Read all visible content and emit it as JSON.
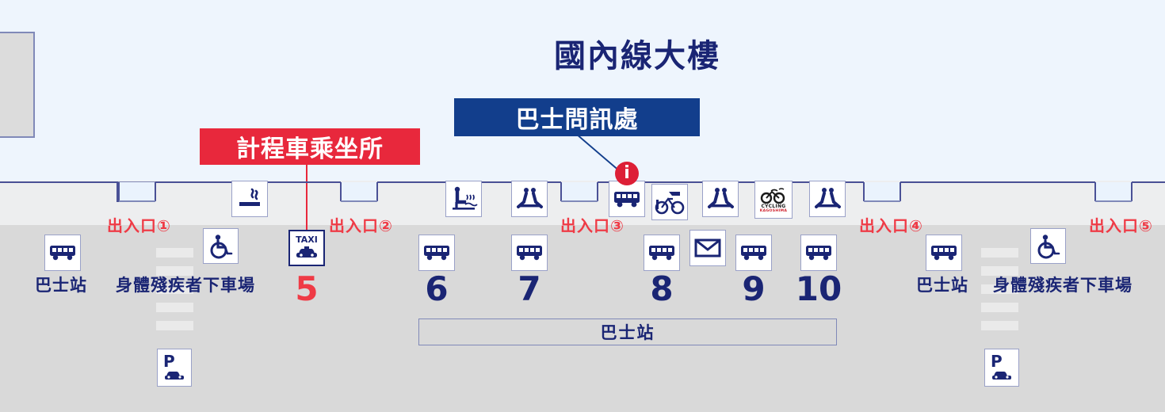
{
  "page": {
    "title": "國內線大樓",
    "background_color": "#eef5fd",
    "sidewalk_color": "#edeeef",
    "road_color": "#d9d9d9",
    "navy": "#1a2574",
    "red": "#ef3b46",
    "callout_red": "#e8283c",
    "callout_navy": "#123e8c"
  },
  "callouts": [
    {
      "id": "taxi-stand",
      "label": "計程車乘坐所",
      "color": "#e8283c",
      "text_color": "#ffffff"
    },
    {
      "id": "bus-information",
      "label": "巴士問訊處",
      "color": "#123e8c",
      "text_color": "#ffffff"
    }
  ],
  "exits": [
    {
      "id": 1,
      "label": "出入口①"
    },
    {
      "id": 2,
      "label": "出入口②"
    },
    {
      "id": 3,
      "label": "出入口③"
    },
    {
      "id": 4,
      "label": "出入口④"
    },
    {
      "id": 5,
      "label": "出入口⑤"
    }
  ],
  "terminal_icons": [
    {
      "name": "smoking-area-icon",
      "title": "smoking area"
    },
    {
      "name": "footbath-icon",
      "title": "footbath"
    },
    {
      "name": "bench-icon-1",
      "title": "bench / rest area"
    },
    {
      "name": "bus-information-icon",
      "title": "bus information"
    },
    {
      "name": "bicycle-rental-icon",
      "title": "bicycle rental"
    },
    {
      "name": "bench-icon-2",
      "title": "bench / rest area"
    },
    {
      "name": "cycling-kagoshima-icon",
      "title": "Cycling Kagoshima",
      "text_top": "CYCLING",
      "text_bottom": "KAGOSHIMA"
    },
    {
      "name": "bench-icon-3",
      "title": "bench / rest area"
    }
  ],
  "ground": {
    "bus_stop_label_left": "巴士站",
    "bus_stop_label_right": "巴士站",
    "bus_stop_box_label": "巴士站",
    "disabled_dropoff_left": "身體殘疾者下車場",
    "disabled_dropoff_right": "身體殘疾者下車場",
    "parking_icon_left": "parking-icon",
    "parking_icon_right": "parking-icon",
    "post_box_icon": "post-box-icon"
  },
  "bays": [
    {
      "number": "5",
      "icon": "taxi-icon",
      "color": "#ef3b46"
    },
    {
      "number": "6",
      "icon": "bus-icon",
      "color": "#1a2574"
    },
    {
      "number": "7",
      "icon": "bus-icon",
      "color": "#1a2574"
    },
    {
      "number": "8",
      "icon": "bus-icon",
      "color": "#1a2574"
    },
    {
      "number": "9",
      "icon": "bus-icon",
      "color": "#1a2574"
    },
    {
      "number": "10",
      "icon": "bus-icon",
      "color": "#1a2574"
    }
  ],
  "taxi_tile_text": "TAXI"
}
